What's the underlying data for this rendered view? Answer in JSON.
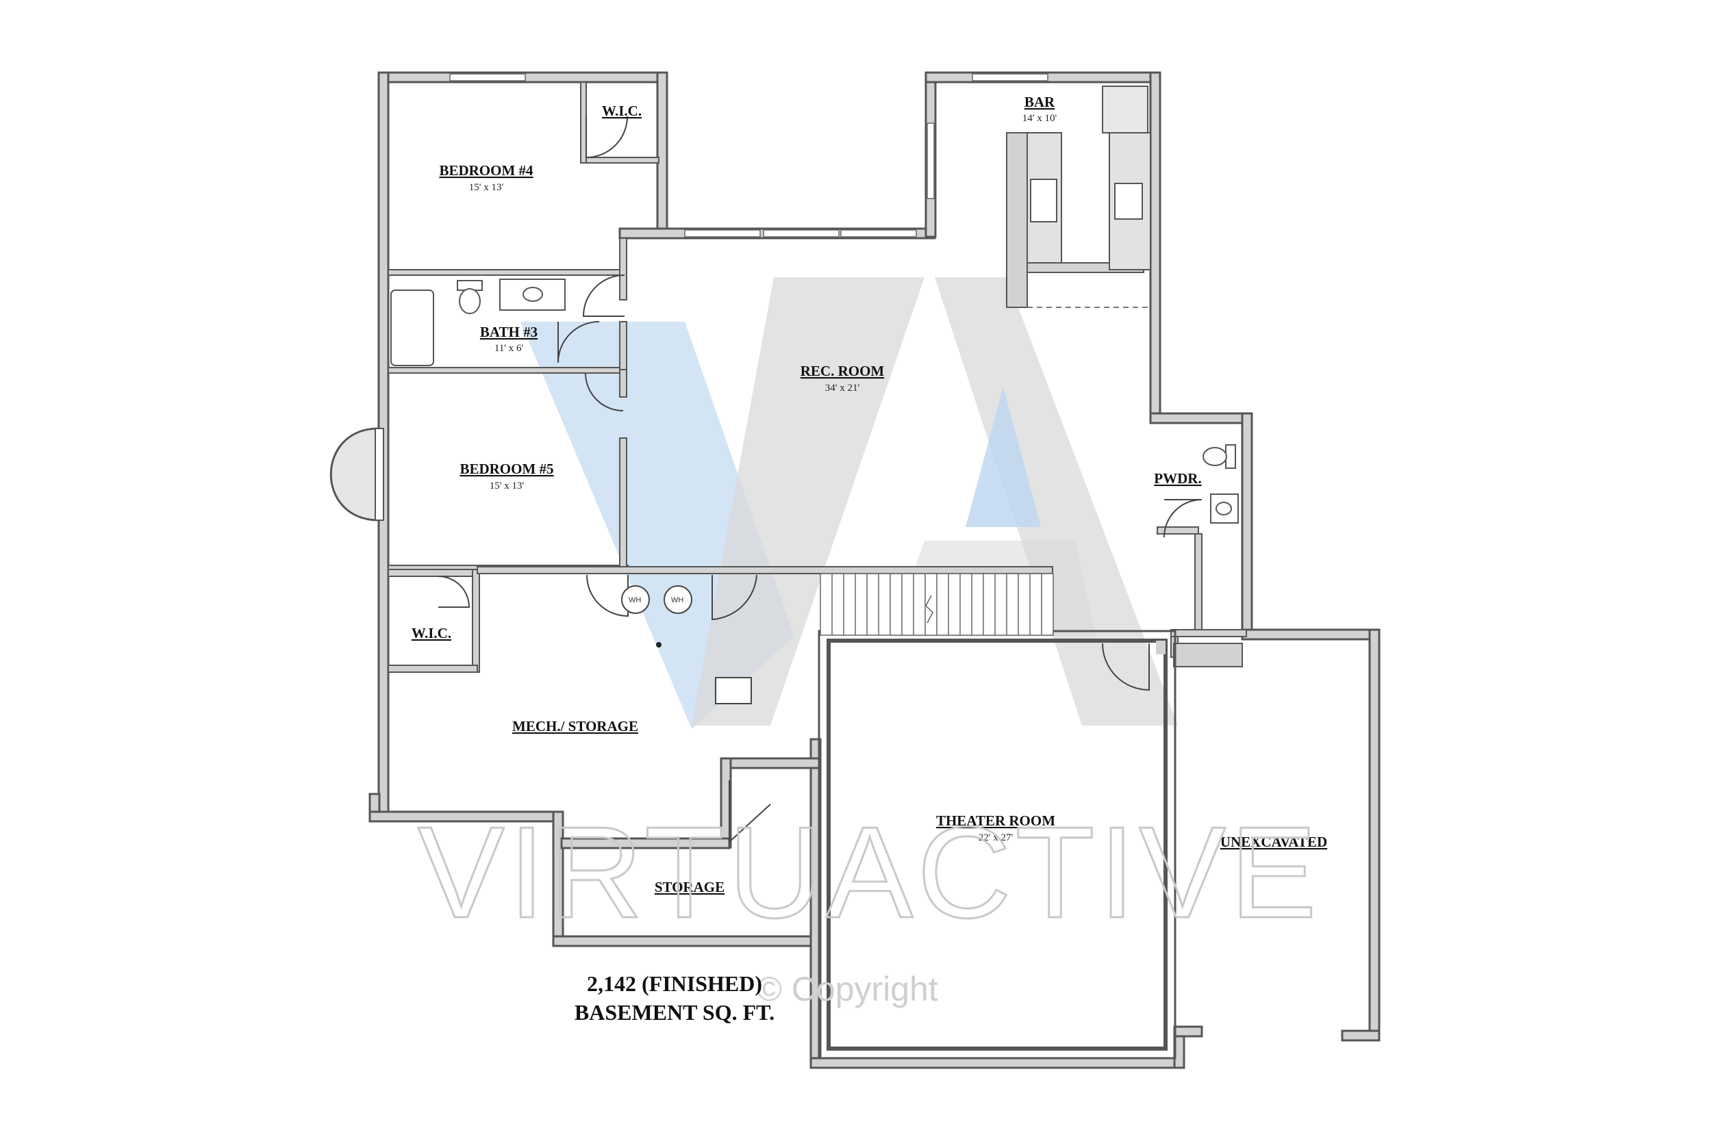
{
  "rooms": {
    "bedroom4": {
      "name": "BEDROOM #4",
      "dim": "15' x 13'"
    },
    "wic_upper": {
      "name": "W.I.C."
    },
    "bath3": {
      "name": "BATH #3",
      "dim": "11' x 6'"
    },
    "bedroom5": {
      "name": "BEDROOM #5",
      "dim": "15' x 13'"
    },
    "wic_lower": {
      "name": "W.I.C."
    },
    "rec_room": {
      "name": "REC. ROOM",
      "dim": "34' x 21'"
    },
    "bar": {
      "name": "BAR",
      "dim": "14' x 10'"
    },
    "pwdr": {
      "name": "PWDR."
    },
    "mech_storage": {
      "name": "MECH./ STORAGE"
    },
    "storage": {
      "name": "STORAGE"
    },
    "theater": {
      "name": "THEATER ROOM",
      "dim": "22' x 27'"
    },
    "unexcavated": {
      "name": "UNEXCAVATED"
    }
  },
  "fixtures": {
    "water_heater": "WH"
  },
  "summary": {
    "line1": "2,142 (FINISHED)",
    "line2": "BASEMENT SQ. FT."
  },
  "watermark": {
    "brand": "VIRTUACTIVE",
    "copyright": "© Copyright"
  },
  "colors": {
    "wall": "#555555",
    "wall_fill": "#d2d2d2",
    "watermark_blue": "#bcd6ef",
    "watermark_gray": "#d9d9d9"
  }
}
